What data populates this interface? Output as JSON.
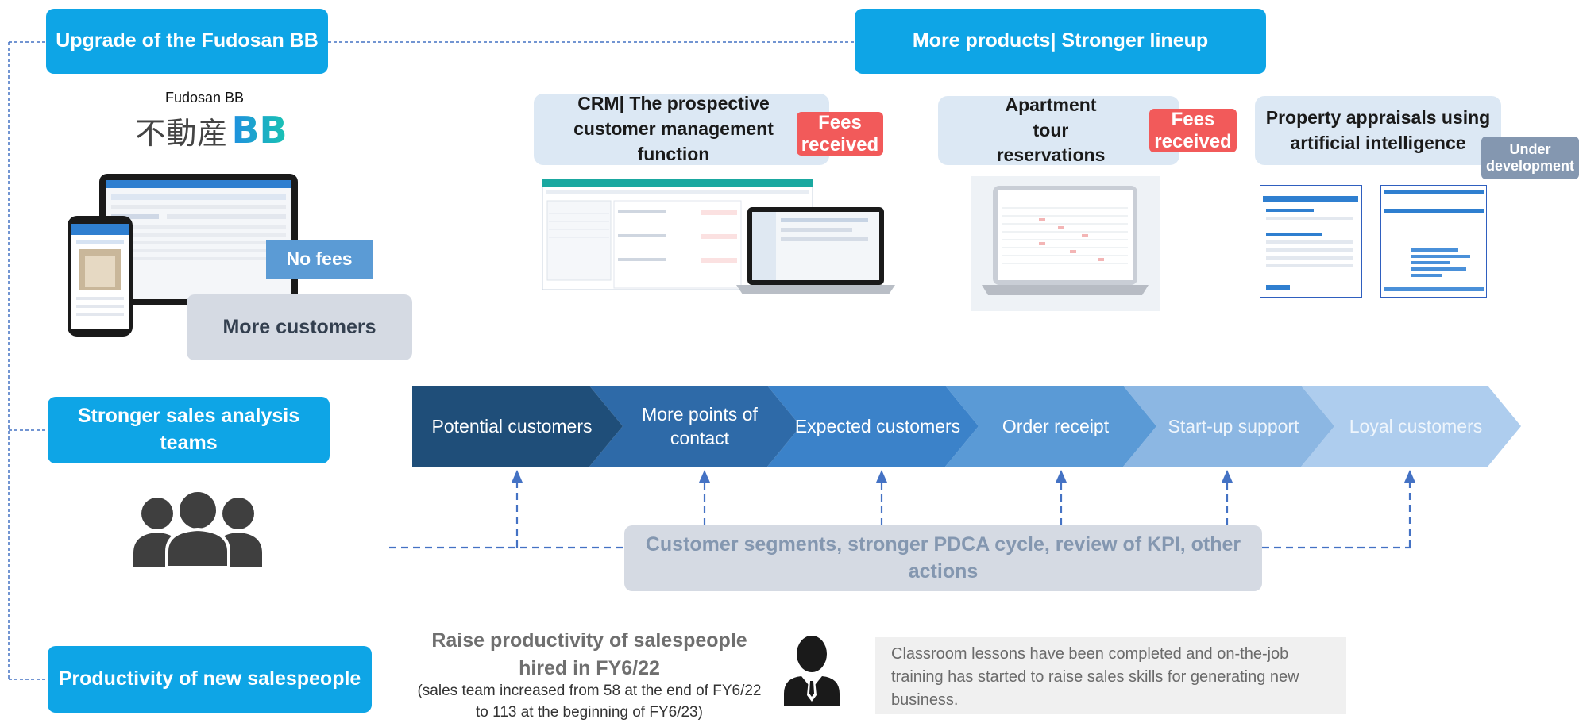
{
  "colors": {
    "accent": "#0ea5e6",
    "pale": "#dce8f4",
    "fees": "#f25a5a",
    "grey_box": "#d5dae3",
    "dash": "#4472c4"
  },
  "left": {
    "upgrade_title": "Upgrade of the Fudosan BB",
    "brand_caption": "Fudosan BB",
    "brand_logo_jp": "不動産",
    "brand_logo_bb": "BB",
    "no_fees": "No fees",
    "more_customers": "More customers",
    "sales_teams": "Stronger sales analysis teams",
    "people_icon": "group-people-icon",
    "productivity": "Productivity of new salespeople"
  },
  "products": {
    "title": "More products| Stronger lineup",
    "crm": "CRM| The prospective customer management function",
    "crm_badge": "Fees received",
    "tour": "Apartment tour reservations",
    "tour_badge": "Fees received",
    "appraisal": "Property appraisals using artificial intelligence",
    "appraisal_badge": "Under development"
  },
  "funnel": {
    "stages": [
      "Potential customers",
      "More points of contact",
      "Expected customers",
      "Order receipt",
      "Start-up support",
      "Loyal customers"
    ],
    "stage_colors": [
      "#1f4e79",
      "#2e6aa8",
      "#3b82c9",
      "#5a9ad6",
      "#8cb7e3",
      "#aecdee"
    ],
    "text_colors": [
      "#ffffff",
      "#ffffff",
      "#ffffff",
      "#ffffff",
      "#eef5fc",
      "#eef5fc"
    ]
  },
  "cycle_box": "Customer segments, stronger PDCA cycle, review of KPI, other actions",
  "bottom": {
    "raise_title": "Raise productivity of salespeople hired in FY6/22",
    "raise_note": "(sales team increased from 58 at the end of FY6/22 to 113 at the beginning of FY6/23)",
    "person_icon": "salesperson-icon",
    "classroom": "Classroom lessons have been completed and on-the-job training has started to raise sales skills for generating new business."
  }
}
